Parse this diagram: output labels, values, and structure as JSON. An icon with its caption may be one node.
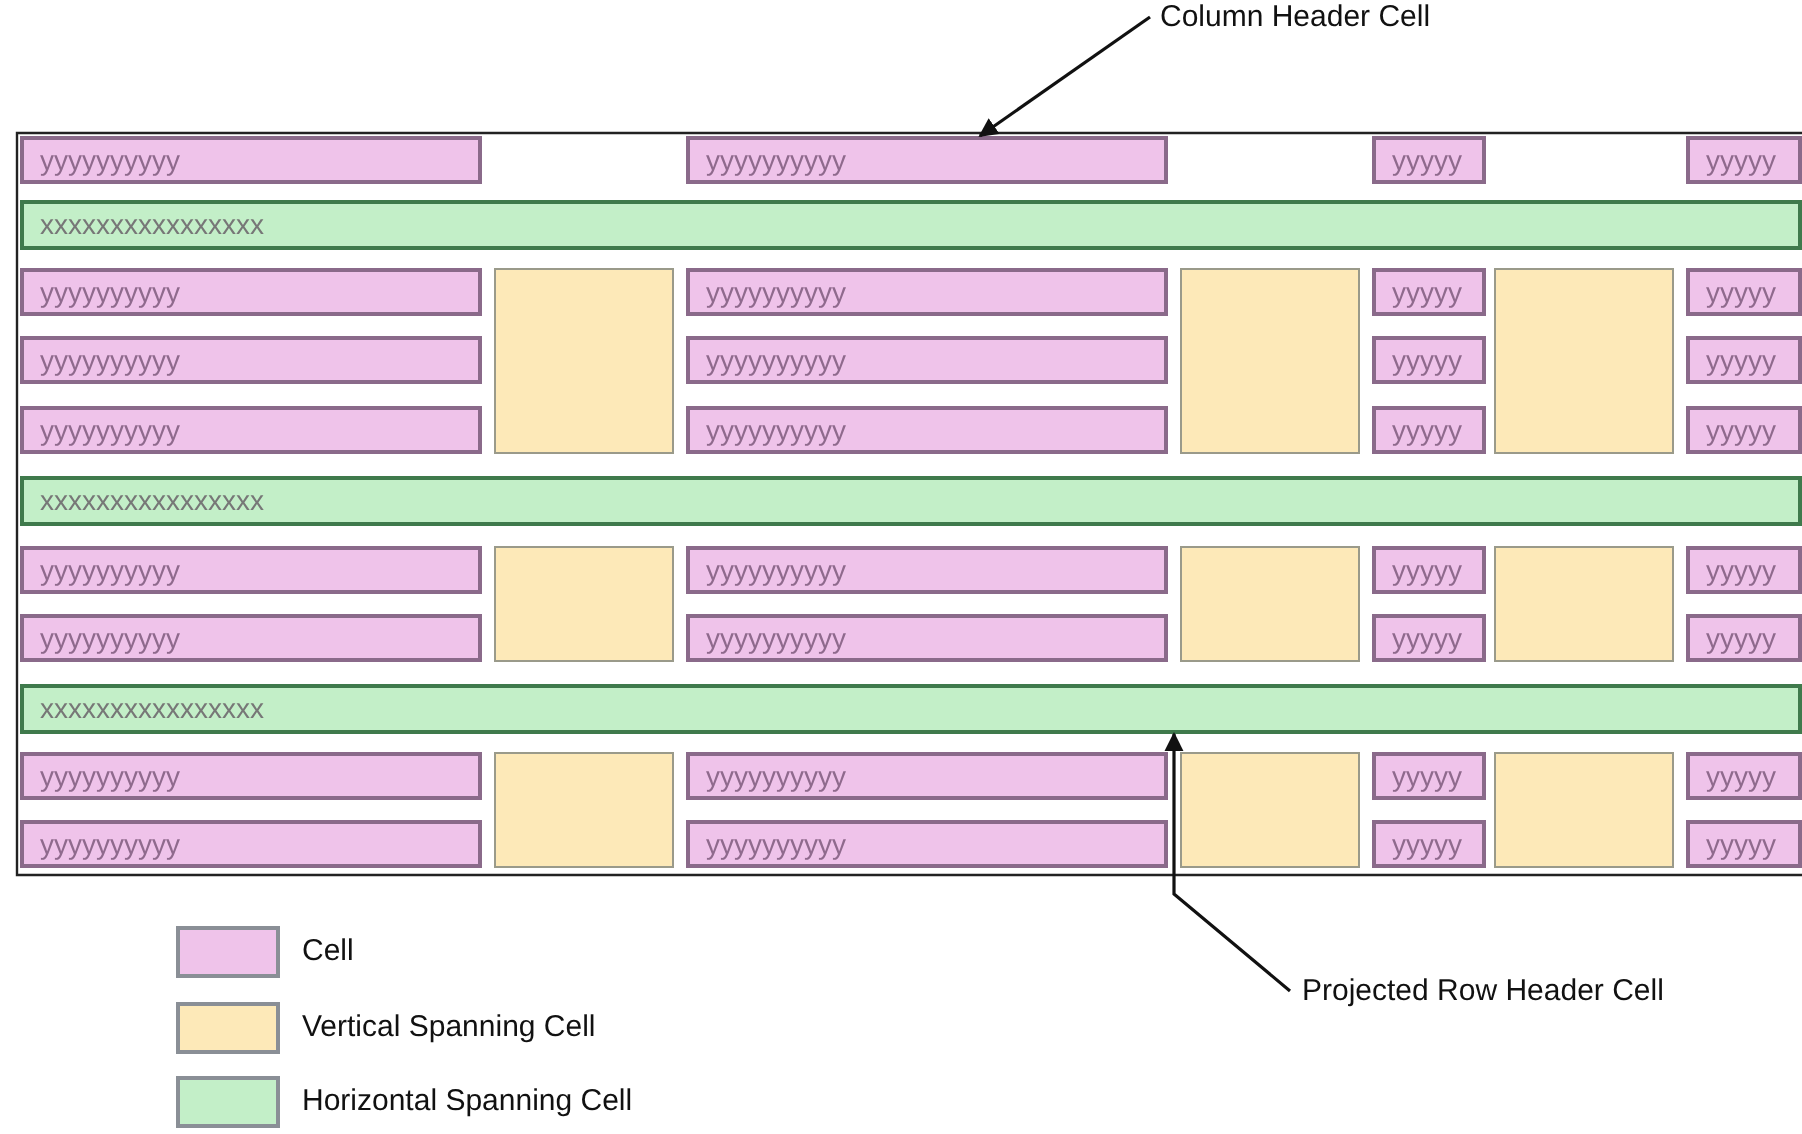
{
  "diagram": {
    "nodes": [
      {
        "text": [
          "Column Header Cell"
        ]
      },
      {
        "text": [
          "yyyyyyyyyy"
        ]
      },
      {
        "text": [
          "yyyyyyyyyy"
        ]
      },
      {
        "text": [
          "yyyyy"
        ]
      },
      {
        "text": [
          "yyyyy"
        ]
      },
      {
        "text": [
          "xxxxxxxxxxxxxxxx"
        ]
      },
      {
        "text": [
          "yyyyyyyyyy"
        ]
      },
      {
        "text": [],
        "shape": "box"
      },
      {
        "text": [
          "yyyyyyyyyy"
        ]
      },
      {
        "text": [],
        "shape": "box"
      },
      {
        "text": [
          "yyyyy"
        ]
      },
      {
        "text": [],
        "shape": "box"
      },
      {
        "text": [
          "yyyyy"
        ]
      },
      {
        "text": [
          "yyyyyyyyyy"
        ]
      },
      {
        "text": [
          "yyyyyyyyyy"
        ]
      },
      {
        "text": [
          "yyyyy"
        ]
      },
      {
        "text": [
          "yyyyy"
        ]
      },
      {
        "text": [
          "yyyyyyyyyy"
        ]
      },
      {
        "text": [
          "yyyyyyyyyy"
        ]
      },
      {
        "text": [
          "yyyyy"
        ]
      },
      {
        "text": [
          "yyyyy"
        ]
      },
      {
        "text": [
          "xxxxxxxxxxxxxxxx"
        ]
      },
      {
        "text": [
          "yyyyyyyyyy"
        ]
      },
      {
        "text": [],
        "shape": "box"
      },
      {
        "text": [
          "yyyyyyyyyy"
        ]
      },
      {
        "text": [],
        "shape": "box"
      },
      {
        "text": [
          "yyyyy"
        ]
      },
      {
        "text": [],
        "shape": "box"
      },
      {
        "text": [
          "yyyyy"
        ]
      },
      {
        "text": [
          "yyyyyyyyyy"
        ]
      },
      {
        "text": [
          "yyyyyyyyyy"
        ]
      },
      {
        "text": [
          "yyyyy"
        ]
      },
      {
        "text": [
          "yyyyy"
        ]
      },
      {
        "text": [
          "xxxxxxxxxxxxxxxx"
        ]
      },
      {
        "text": [
          "yyyyyyyyyy"
        ]
      },
      {
        "text": [],
        "shape": "box"
      },
      {
        "text": [
          "yyyyyyyyyy"
        ]
      },
      {
        "text": [],
        "shape": "box"
      },
      {
        "text": [
          "yyyyy"
        ]
      },
      {
        "text": [],
        "shape": "box"
      },
      {
        "text": [
          "yyyyy"
        ]
      },
      {
        "text": [
          "yyyyyyyyyy"
        ]
      },
      {
        "text": [
          "yyyyyyyyyy"
        ]
      },
      {
        "text": [
          "yyyyy"
        ]
      },
      {
        "text": [
          "yyyyy"
        ]
      },
      {
        "text": [
          "Projected Row Header Cell"
        ]
      }
    ],
    "edges": [
      {
        "from": 0,
        "to": 2,
        "arrow": "to"
      },
      {
        "from": 45,
        "to": 33,
        "arrow": "to"
      }
    ],
    "legend": [
      {
        "text": "Cell",
        "color": "#efc3ea"
      },
      {
        "text": "Vertical Spanning Cell",
        "color": "#fde9b8"
      },
      {
        "text": "Horizontal Spanning Cell",
        "color": "#c3efc8"
      }
    ]
  }
}
